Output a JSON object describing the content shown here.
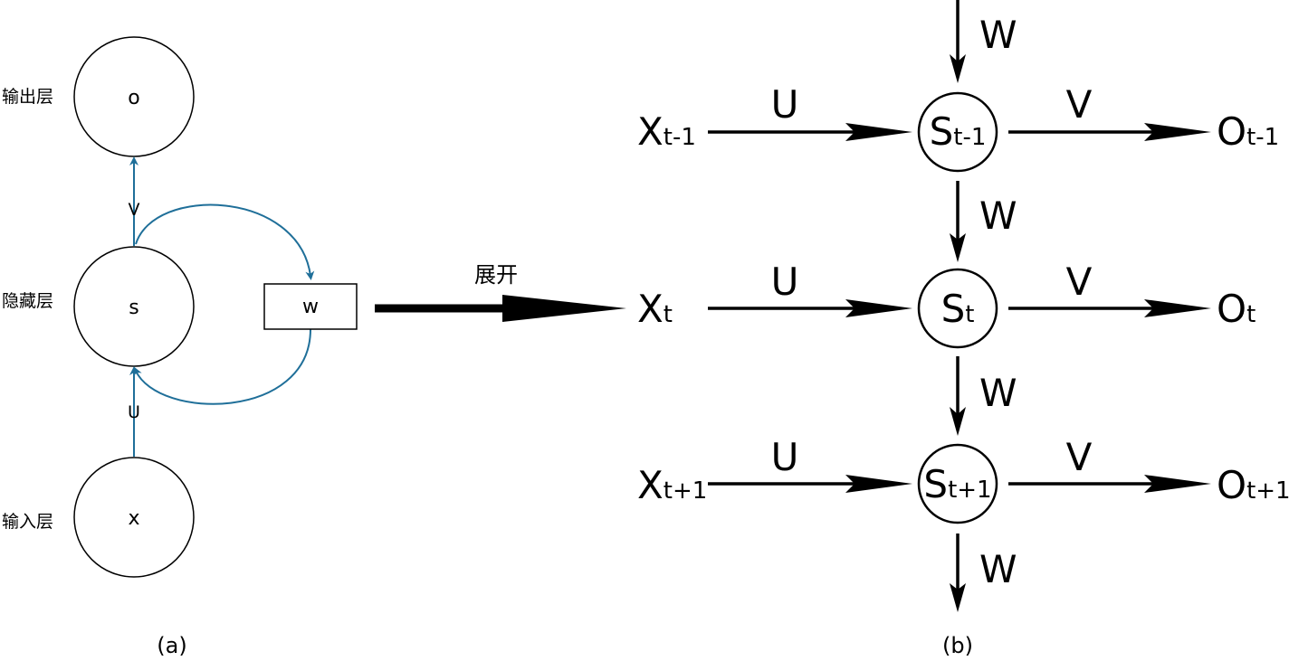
{
  "panel_a": {
    "caption": "(a)",
    "layers": {
      "output": "输出层",
      "hidden": "隐藏层",
      "input": "输入层"
    },
    "nodes": {
      "output": "o",
      "hidden": "s",
      "input": "x"
    },
    "weights": {
      "v": "V",
      "u": "U",
      "w_box": "w"
    },
    "colors": {
      "edge": "#1f6f99"
    }
  },
  "unfold_label": "展开",
  "panel_b": {
    "caption": "(b)",
    "rows": [
      {
        "x_main": "X",
        "x_sub": "t-1",
        "s_main": "S",
        "s_sub": "t-1",
        "o_main": "O",
        "o_sub": "t-1"
      },
      {
        "x_main": "X",
        "x_sub": "t",
        "s_main": "S",
        "s_sub": "t",
        "o_main": "O",
        "o_sub": "t"
      },
      {
        "x_main": "X",
        "x_sub": "t+1",
        "s_main": "S",
        "s_sub": "t+1",
        "o_main": "O",
        "o_sub": "t+1"
      }
    ],
    "weights": {
      "u": "U",
      "v": "V",
      "w": "W"
    }
  }
}
